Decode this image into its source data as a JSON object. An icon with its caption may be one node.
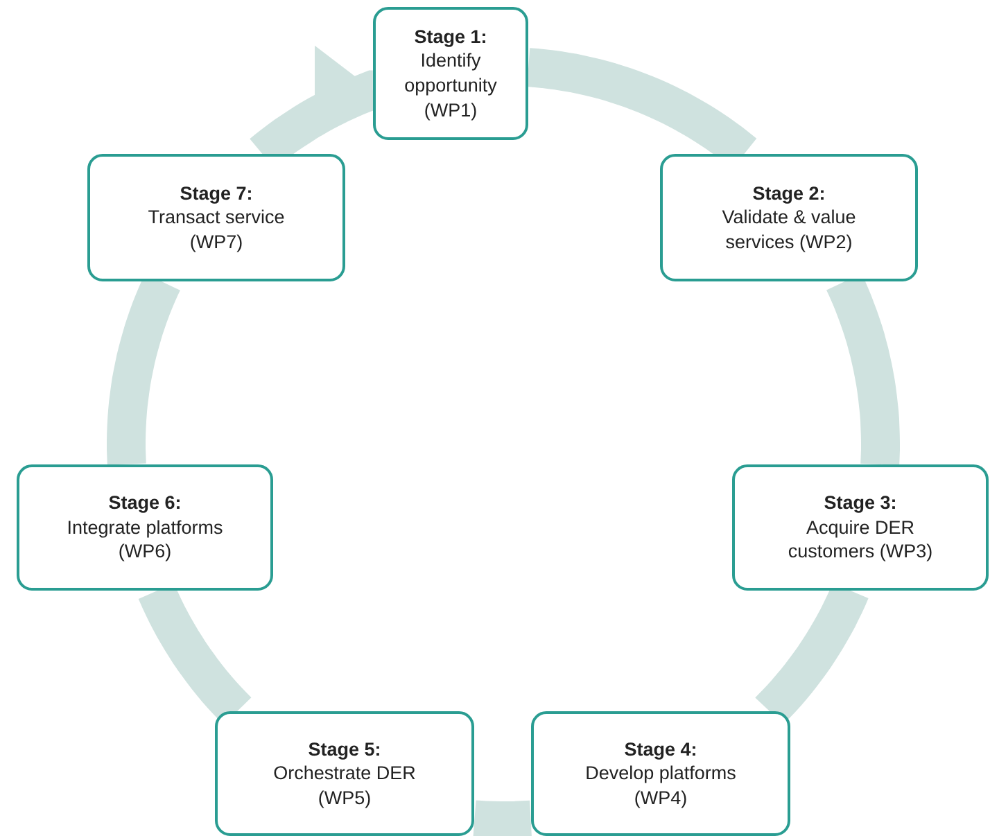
{
  "diagram": {
    "nodes": [
      {
        "text": [
          "Stage 1:",
          "Identify opportunity (WP1)"
        ]
      },
      {
        "text": [
          "Stage 2:",
          "Validate & value services (WP2)"
        ]
      },
      {
        "text": [
          "Stage 3:",
          "Acquire DER customers (WP3)"
        ]
      },
      {
        "text": [
          "Stage 4:",
          "Develop platforms (WP4)"
        ]
      },
      {
        "text": [
          "Stage 5:",
          "Orchestrate DER (WP5)"
        ]
      },
      {
        "text": [
          "Stage 6:",
          "Integrate platforms (WP6)"
        ]
      },
      {
        "text": [
          "Stage 7:",
          "Transact service (WP7)"
        ]
      }
    ],
    "edges": [
      {
        "from": 0,
        "to": 1,
        "arrow": "none"
      },
      {
        "from": 1,
        "to": 2,
        "arrow": "none"
      },
      {
        "from": 2,
        "to": 3,
        "arrow": "none"
      },
      {
        "from": 3,
        "to": 4,
        "arrow": "none"
      },
      {
        "from": 4,
        "to": 5,
        "arrow": "none"
      },
      {
        "from": 5,
        "to": 6,
        "arrow": "none"
      },
      {
        "from": 6,
        "to": 0,
        "arrow": "to"
      }
    ]
  }
}
